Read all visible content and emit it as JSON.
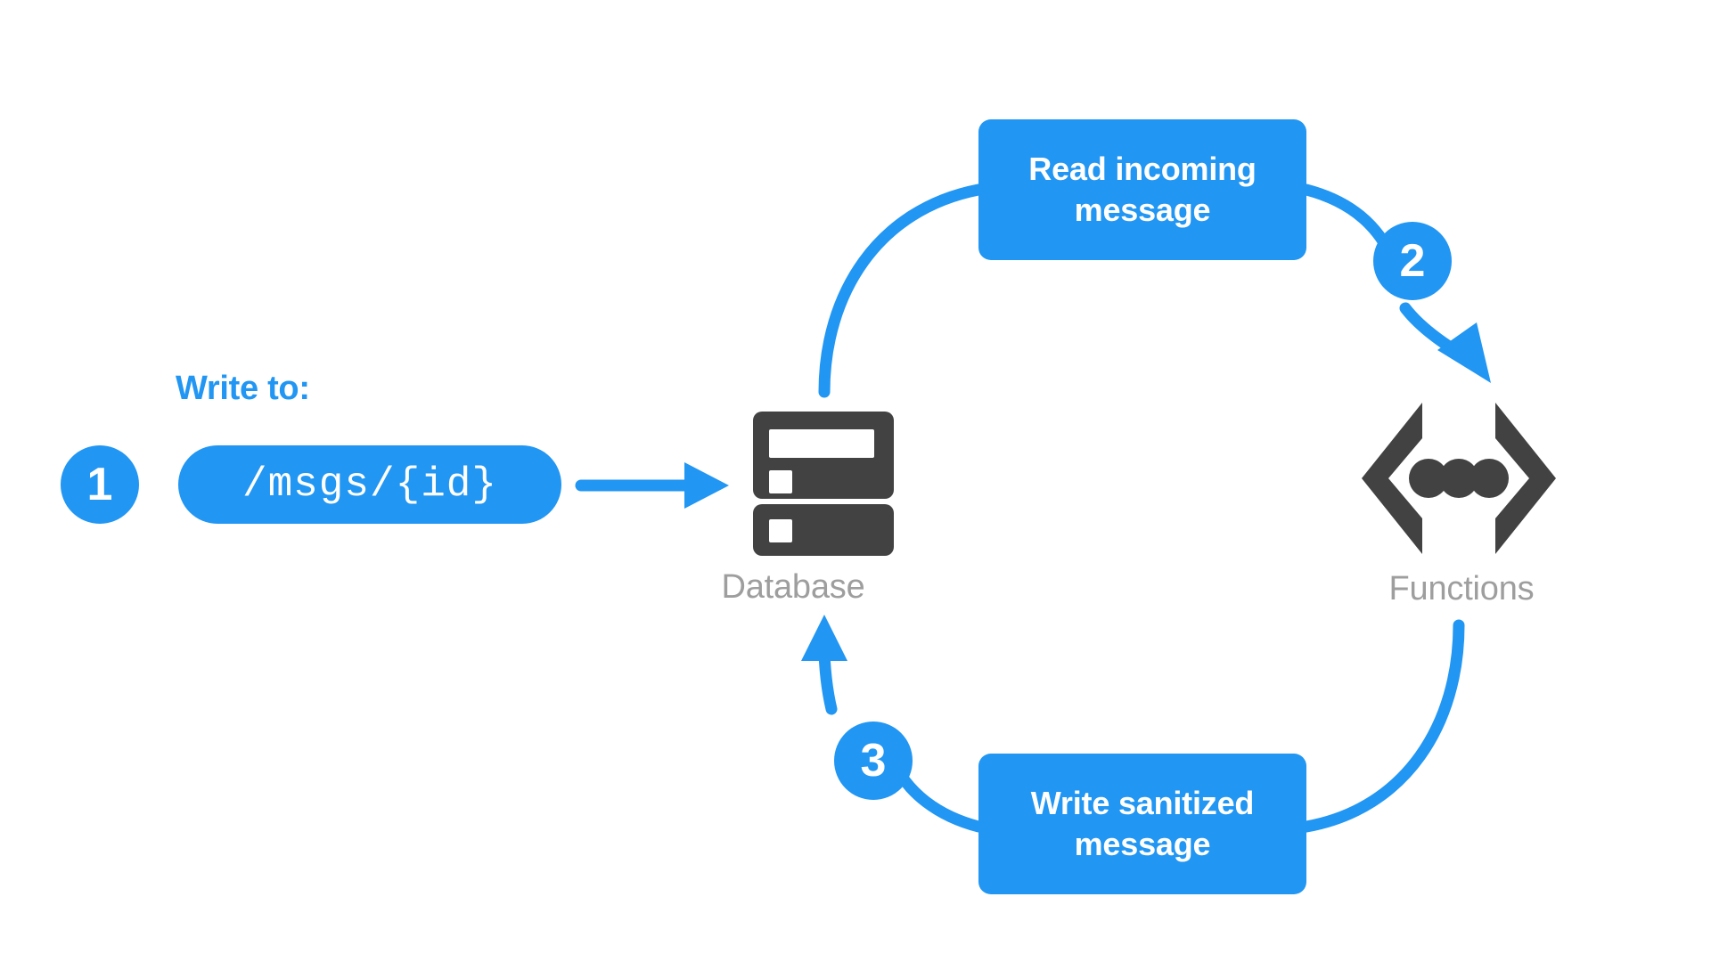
{
  "diagram": {
    "title": "Database write, function trigger, sanitized rewrite cycle",
    "background_color": "#ffffff",
    "accent_color": "#2196f3",
    "icon_color": "#424242",
    "caption_color": "#9e9e9e"
  },
  "caption_label": {
    "write_to": "Write to:"
  },
  "pill": {
    "path_value": "/msgs/{id}"
  },
  "steps": [
    {
      "number": "1",
      "name": "write-to-database"
    },
    {
      "number": "2",
      "name": "trigger-function"
    },
    {
      "number": "3",
      "name": "write-back-to-database"
    }
  ],
  "boxes": [
    {
      "id": "read",
      "label_line_1": "Read incoming",
      "label_line_2": "message"
    },
    {
      "id": "write",
      "label_line_1": "Write sanitized",
      "label_line_2": "message"
    }
  ],
  "nodes": [
    {
      "id": "database",
      "caption": "Database",
      "icon": "database-icon"
    },
    {
      "id": "functions",
      "caption": "Functions",
      "icon": "functions-braces-icon"
    }
  ],
  "connectors": [
    {
      "name": "pill-to-database-arrow",
      "kind": "straight-arrow",
      "from": "path-pill",
      "to": "database"
    },
    {
      "name": "database-to-read-curve",
      "kind": "curve",
      "from": "database",
      "to": "read-incoming-message"
    },
    {
      "name": "read-to-functions-arrow",
      "kind": "curved-arrow",
      "from": "read-incoming-message",
      "to": "functions"
    },
    {
      "name": "functions-to-write-curve",
      "kind": "curve",
      "from": "functions",
      "to": "write-sanitized-message"
    },
    {
      "name": "write-to-database-arrow",
      "kind": "curved-arrow",
      "from": "write-sanitized-message",
      "to": "database"
    }
  ]
}
